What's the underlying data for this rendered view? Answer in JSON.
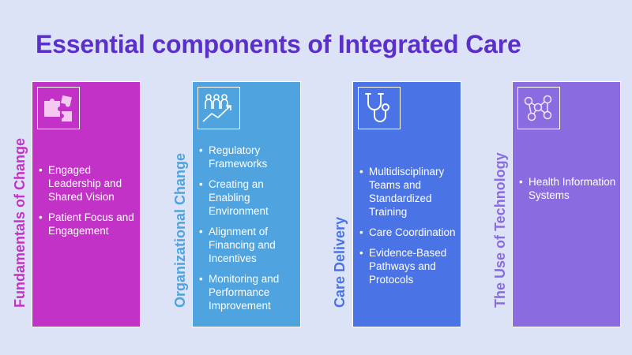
{
  "title": "Essential components of Integrated Care",
  "colors": {
    "title": "#5b2fc9",
    "background": "#dce3f7",
    "col1": "#c232c6",
    "col2": "#4fa3df",
    "col3": "#4a73e6",
    "col4": "#8a6ce0"
  },
  "columns": [
    {
      "label": "Fundamentals of Change",
      "icon": "puzzle-icon",
      "items": [
        "Engaged Leadership and Shared Vision",
        "Patient Focus and Engagement"
      ]
    },
    {
      "label": "Organizational Change",
      "icon": "people-growth-icon",
      "items": [
        "Regulatory Frameworks",
        "Creating an Enabling Environment",
        "Alignment of Financing and Incentives",
        "Monitoring and Performance Improvement"
      ]
    },
    {
      "label": "Care Delivery",
      "icon": "stethoscope-icon",
      "items": [
        "Multidisciplinary Teams and Standardized Training",
        "Care Coordination",
        "Evidence-Based Pathways and Protocols"
      ]
    },
    {
      "label": "The Use of Technology",
      "icon": "network-icon",
      "items": [
        "Health Information Systems"
      ]
    }
  ]
}
